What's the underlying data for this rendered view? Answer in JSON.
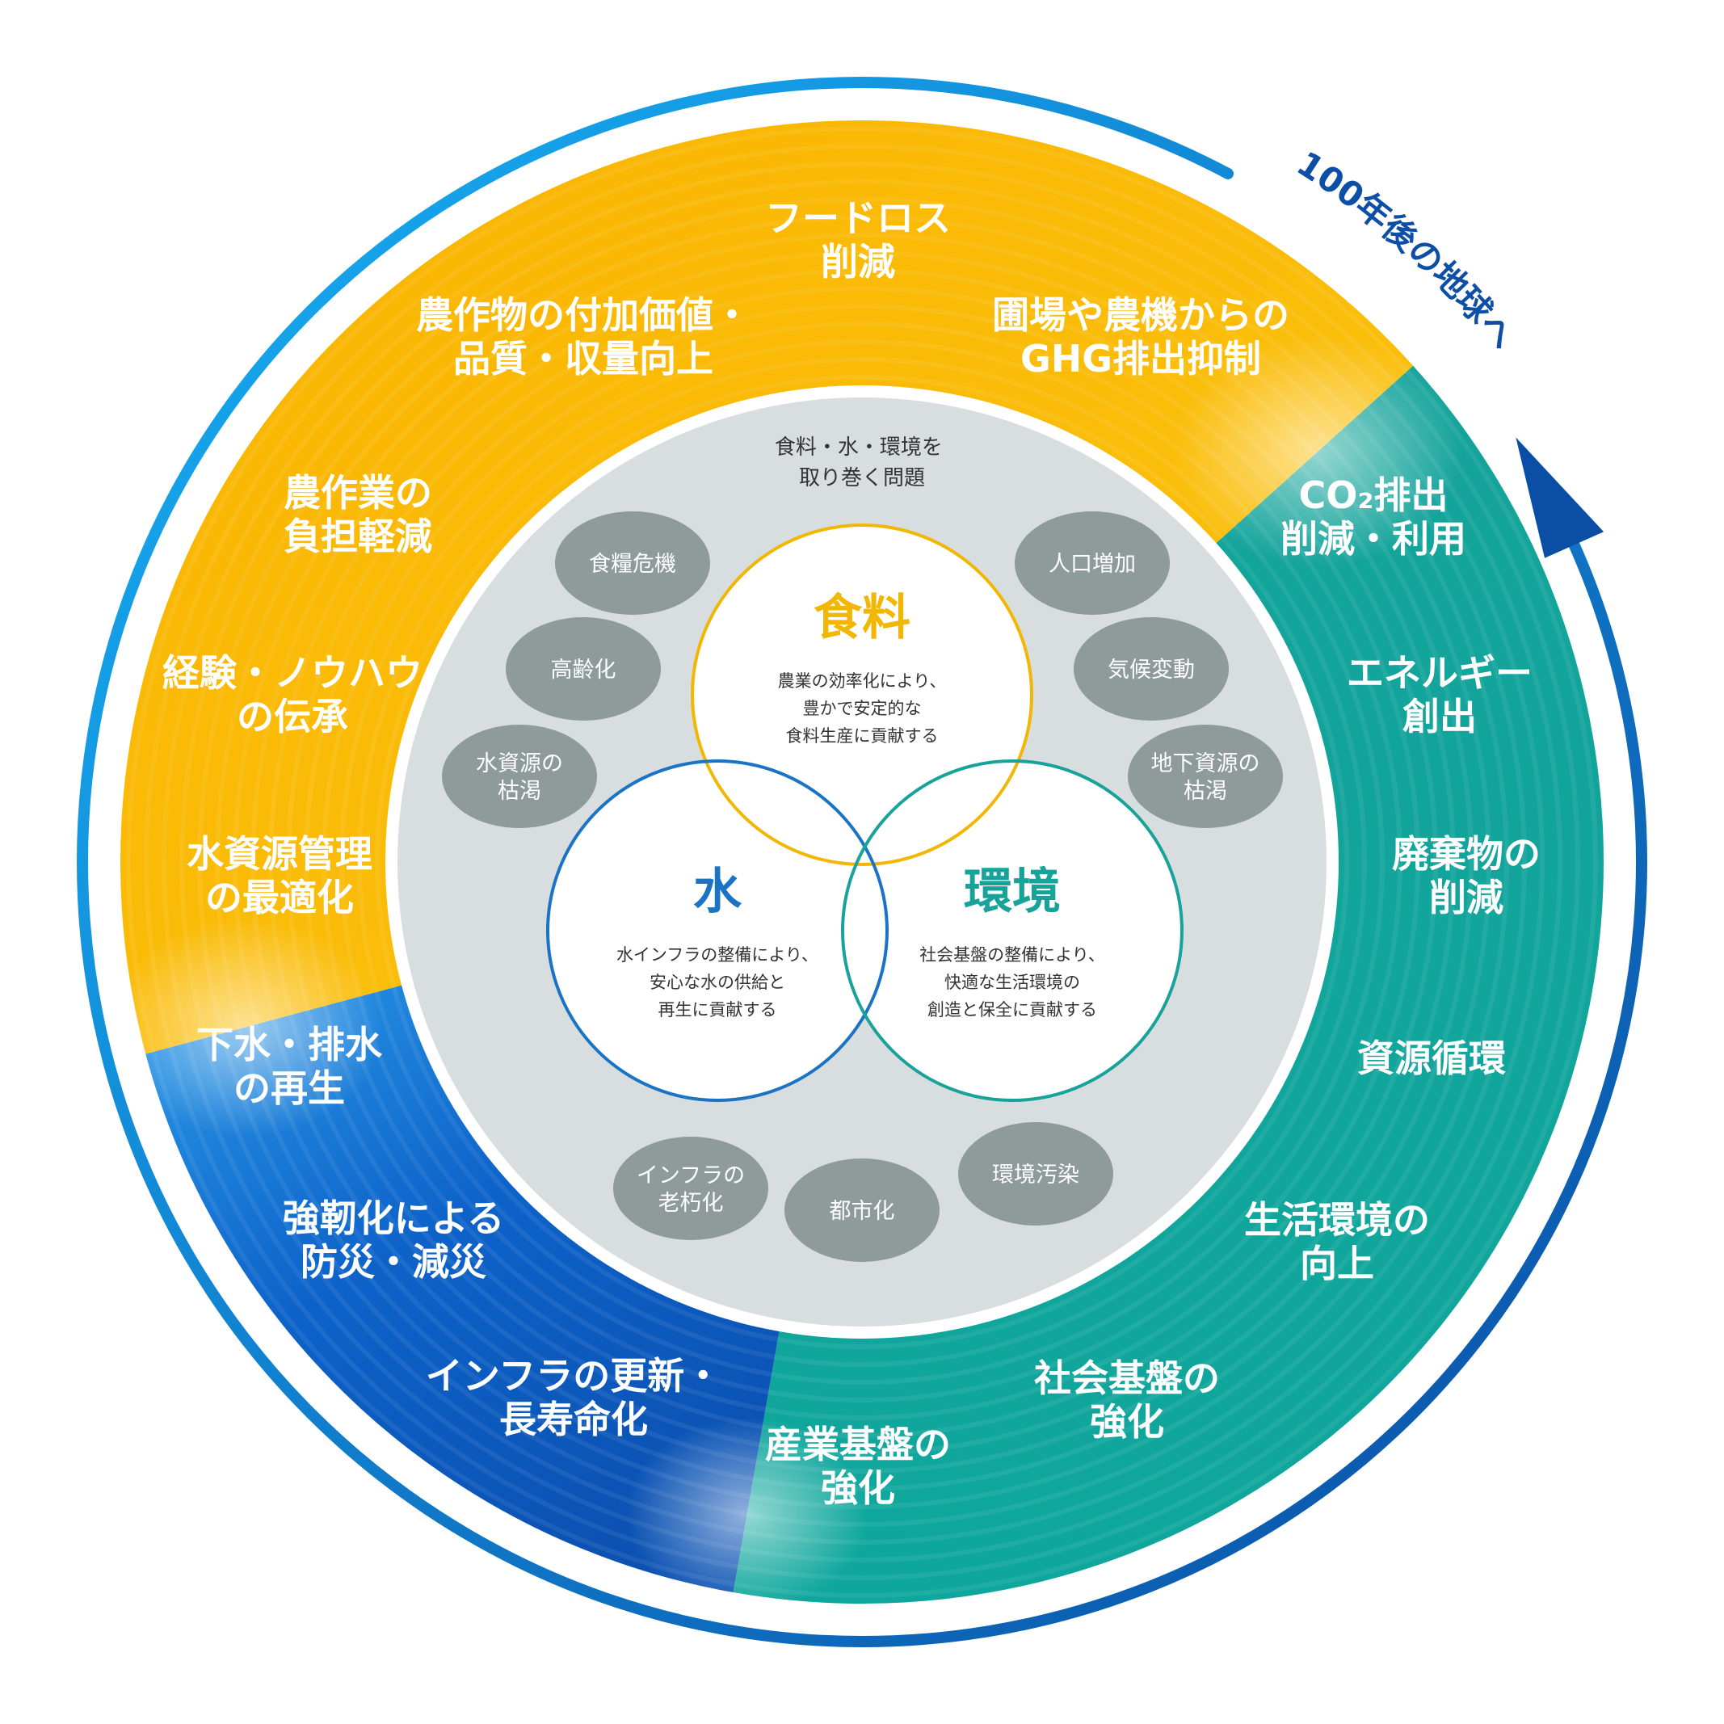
{
  "arrow_label": "100年後の地球へ",
  "center_heading": [
    "食料・水・環境を",
    "取り巻く問題"
  ],
  "core": [
    {
      "title": "食料",
      "desc": [
        "農業の効率化により、",
        "豊かで安定的な",
        "食料生産に貢献する"
      ],
      "color": "#f2b705"
    },
    {
      "title": "水",
      "desc": [
        "水インフラの整備により、",
        "安心な水の供給と",
        "再生に貢献する"
      ],
      "color": "#1a73c4"
    },
    {
      "title": "環境",
      "desc": [
        "社会基盤の整備により、",
        "快適な生活環境の",
        "創造と保全に貢献する"
      ],
      "color": "#18a39a"
    }
  ],
  "issues": [
    {
      "lines": [
        "食糧危機"
      ]
    },
    {
      "lines": [
        "人口増加"
      ]
    },
    {
      "lines": [
        "高齢化"
      ]
    },
    {
      "lines": [
        "気候変動"
      ]
    },
    {
      "lines": [
        "水資源の",
        "枯渇"
      ]
    },
    {
      "lines": [
        "地下資源の",
        "枯渇"
      ]
    },
    {
      "lines": [
        "インフラの",
        "老朽化"
      ]
    },
    {
      "lines": [
        "都市化"
      ]
    },
    {
      "lines": [
        "環境汚染"
      ]
    }
  ],
  "ring_items": [
    {
      "lines": [
        "フードロス",
        "削減"
      ]
    },
    {
      "lines": [
        "圃場や農機からの",
        "GHG排出抑制"
      ]
    },
    {
      "lines": [
        "農作物の付加価値・",
        "品質・収量向上"
      ]
    },
    {
      "lines": [
        "農作業の",
        "負担軽減"
      ]
    },
    {
      "lines": [
        "経験・ノウハウ",
        "の伝承"
      ]
    },
    {
      "lines": [
        "水資源管理",
        "の最適化"
      ]
    },
    {
      "lines": [
        "下水・排水",
        "の再生"
      ]
    },
    {
      "lines": [
        "強靭化による",
        "防災・減災"
      ]
    },
    {
      "lines": [
        "インフラの更新・",
        "長寿命化"
      ]
    },
    {
      "lines": [
        "産業基盤の",
        "強化"
      ]
    },
    {
      "lines": [
        "社会基盤の",
        "強化"
      ]
    },
    {
      "lines": [
        "生活環境の",
        "向上"
      ]
    },
    {
      "lines": [
        "資源循環"
      ]
    },
    {
      "lines": [
        "廃棄物の",
        "削減"
      ]
    },
    {
      "lines": [
        "エネルギー",
        "創出"
      ]
    },
    {
      "lines": [
        "CO₂排出",
        "削減・利用"
      ]
    }
  ],
  "colors": {
    "food": "#f7b500",
    "water": "#0d62c9",
    "environment": "#11a69c",
    "issue_bubble": "#8f9a9b",
    "center_bg": "#d8dde0",
    "arrow_light": "#19a8f0",
    "arrow_dark": "#0a4ea5"
  }
}
